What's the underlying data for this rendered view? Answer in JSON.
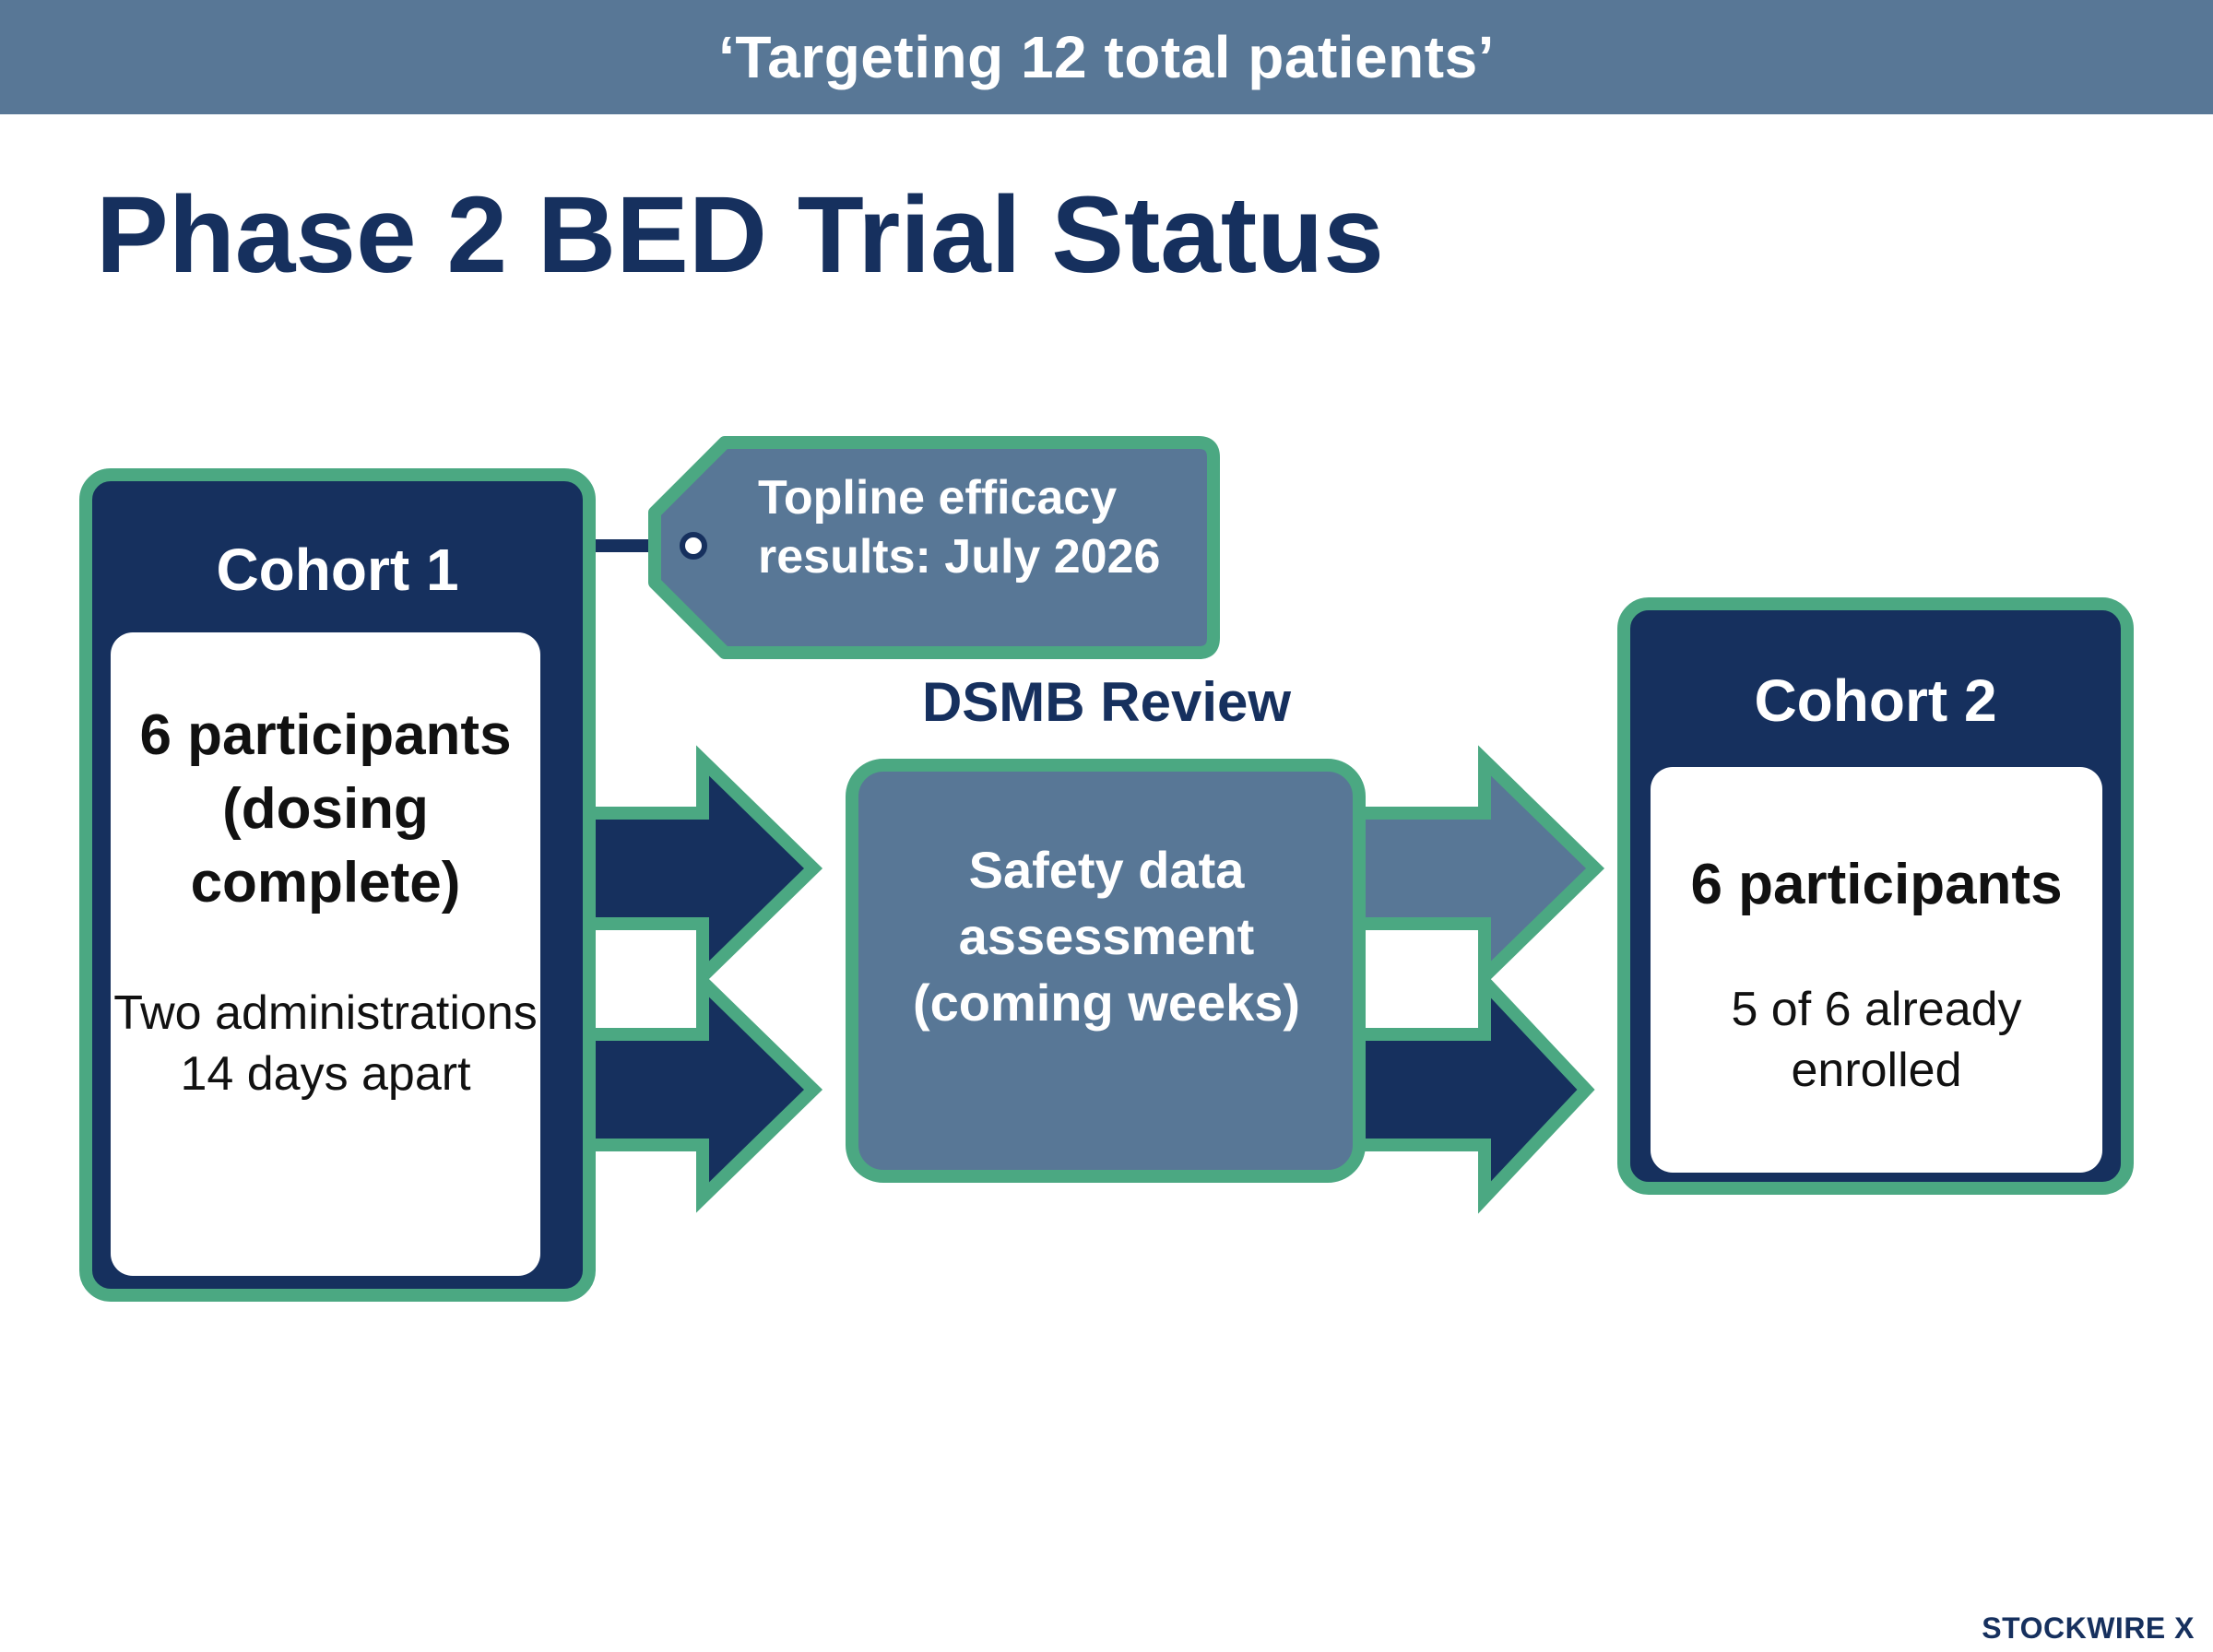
{
  "banner": {
    "text": "‘Targeting 12 total patients’"
  },
  "title": "Phase 2 BED Trial Status",
  "cohort1": {
    "title": "Cohort 1",
    "main": "6 participants (dosing complete)",
    "detail": "Two administrations 14 days apart"
  },
  "topline_tag": {
    "text": "Topline efficacy results: July 2026"
  },
  "dsmb": {
    "label": "DSMB Review",
    "body": "Safety data assessment (coming weeks)"
  },
  "cohort2": {
    "title": "Cohort 2",
    "main": "6 participants",
    "detail": "5 of 6 already enrolled"
  },
  "brand": {
    "text": "STOCKWIRE X"
  },
  "colors": {
    "navy": "#16305e",
    "slate": "#587796",
    "green": "#4ba882",
    "white": "#ffffff"
  }
}
